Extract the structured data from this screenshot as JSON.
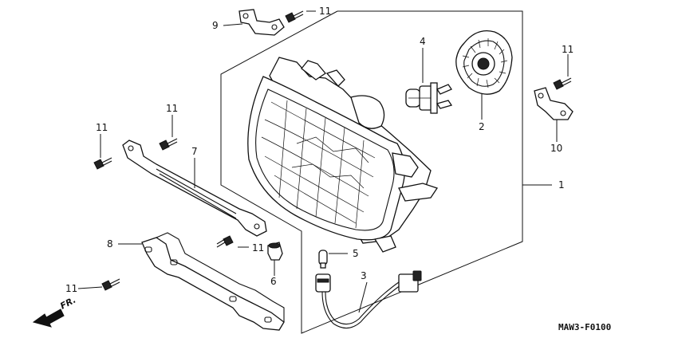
{
  "diagram": {
    "callouts": {
      "p1": "1",
      "p2": "2",
      "p3": "3",
      "p4": "4",
      "p5": "5",
      "p6": "6",
      "p7": "7",
      "p8": "8",
      "p9": "9",
      "p10": "10",
      "p11_top": "11",
      "p11_right": "11",
      "p11_left_a": "11",
      "p11_left_b": "11",
      "p11_bracket": "11",
      "p11_bottom": "11"
    },
    "direction_label": "FR.",
    "drawing_code": "MAW3-F0100"
  }
}
